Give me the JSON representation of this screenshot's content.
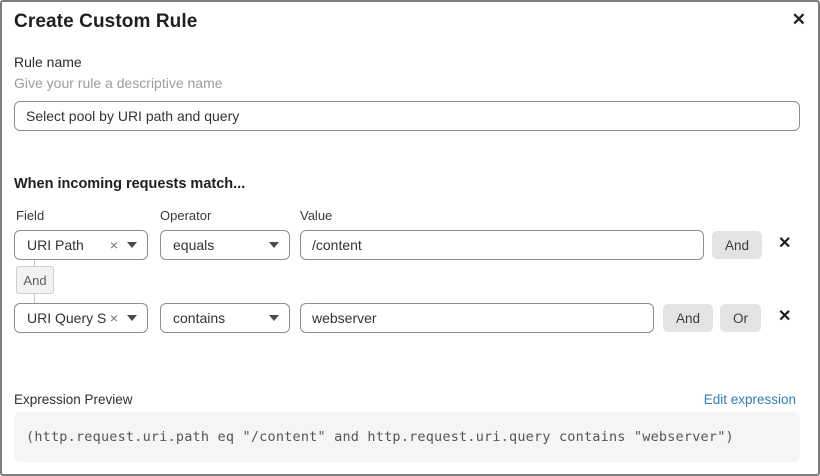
{
  "dialog": {
    "title": "Create Custom Rule",
    "close_icon": "✕"
  },
  "rule_name": {
    "label": "Rule name",
    "hint": "Give your rule a descriptive name",
    "value": "Select pool by URI path and query"
  },
  "match": {
    "heading": "When incoming requests match...",
    "columns": {
      "field": "Field",
      "operator": "Operator",
      "value": "Value"
    },
    "rows": [
      {
        "field": "URI Path",
        "operator": "equals",
        "value": "/content",
        "and_label": "And",
        "clear_icon": "×",
        "delete_icon": "✕"
      },
      {
        "field": "URI Query St...",
        "operator": "contains",
        "value": "webserver",
        "and_label": "And",
        "or_label": "Or",
        "clear_icon": "×",
        "delete_icon": "✕"
      }
    ],
    "connector_label": "And"
  },
  "expression": {
    "label": "Expression Preview",
    "edit_link": "Edit expression",
    "code": "(http.request.uri.path eq \"/content\" and http.request.uri.query contains \"webserver\")"
  },
  "colors": {
    "link_blue": "#2e7db8",
    "button_gray": "#e3e3e3"
  }
}
